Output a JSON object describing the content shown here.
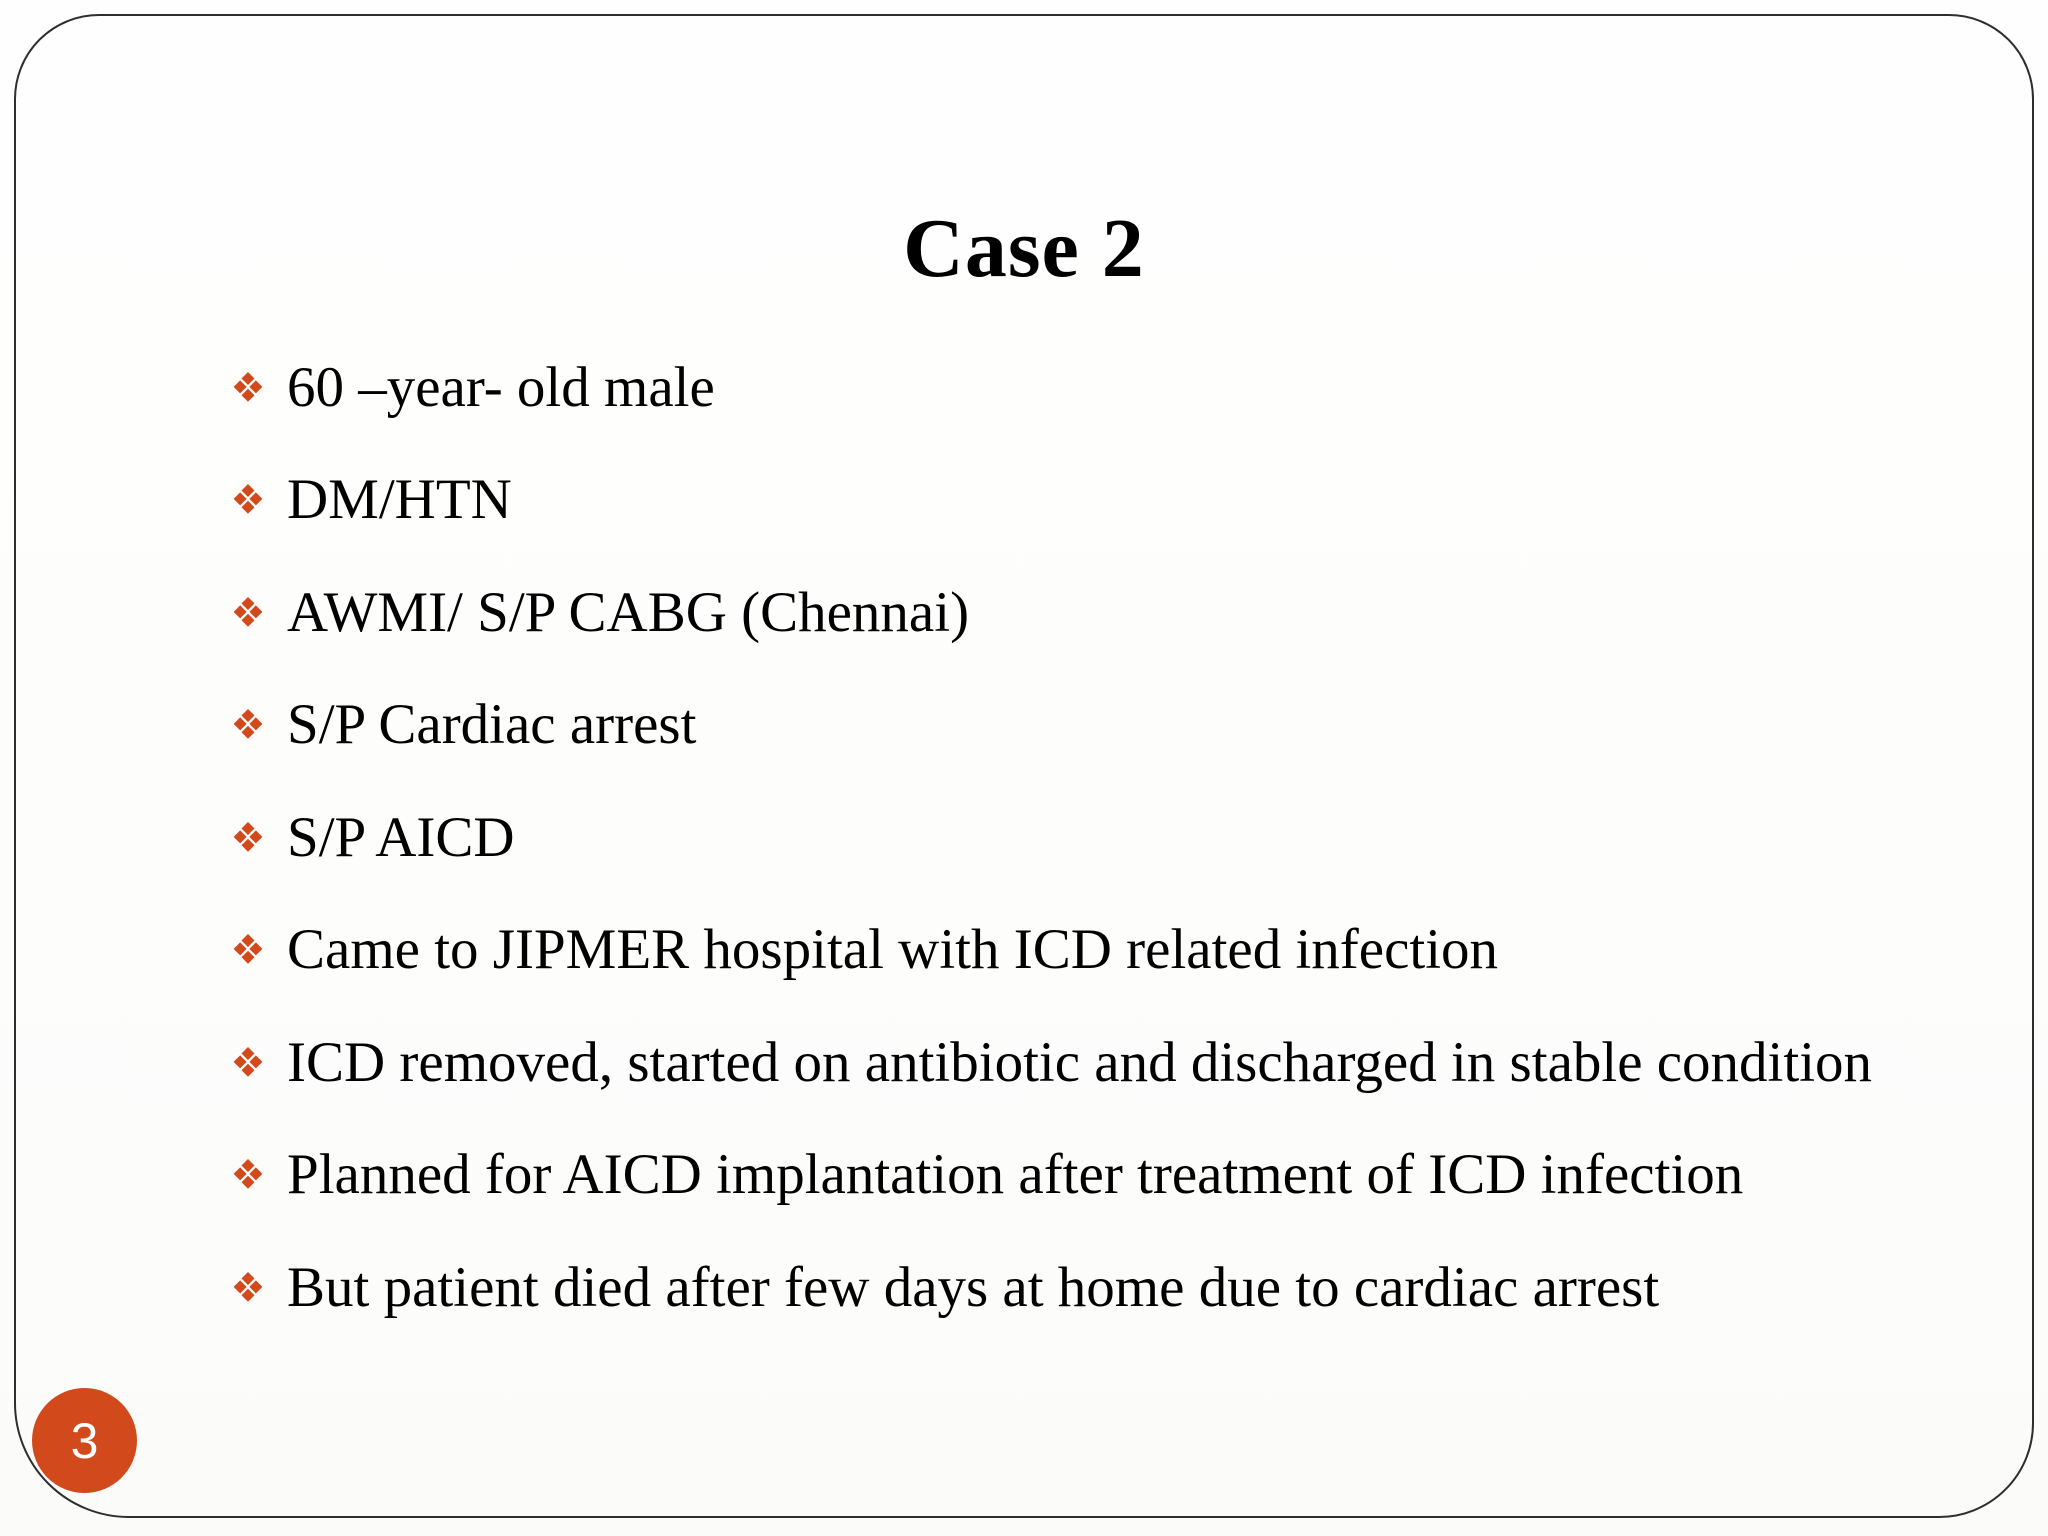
{
  "slide": {
    "title": "Case 2",
    "page_number": "3",
    "bullets": [
      "60 –year- old male",
      "DM/HTN",
      "AWMI/ S/P CABG (Chennai)",
      "S/P Cardiac arrest",
      "S/P AICD",
      "Came to JIPMER hospital with ICD related infection",
      "ICD removed, started on antibiotic and discharged in stable condition",
      "Planned for AICD implantation after treatment of ICD infection",
      "But patient died after few days at home due to cardiac arrest"
    ],
    "bullet_glyph": "❖"
  },
  "colors": {
    "accent": "#d2491c",
    "border": "#2e2e2e",
    "text": "#000000",
    "page_text": "#ffffff"
  }
}
